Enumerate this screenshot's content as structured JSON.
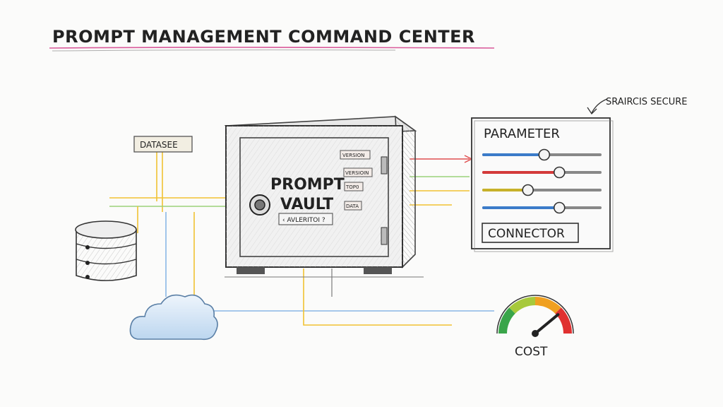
{
  "title": "PROMPT MANAGEMENT COMMAND CENTER",
  "dataset_label": "DATASEE",
  "vault": {
    "line1": "PROMPT",
    "line2": "VAULT",
    "tag": "‹ AVLERITOI ?",
    "stickers": [
      "VERSION",
      "VERSIOIN",
      "TOP0",
      "DATA"
    ]
  },
  "secure_note": "SRAIRCIS SECURE",
  "parameter_panel": {
    "title": "PARAMETER",
    "sliders": [
      {
        "color": "#3b7bc9",
        "level": 0.52
      },
      {
        "color": "#d33a3a",
        "level": 0.65
      },
      {
        "color": "#c7b12a",
        "level": 0.38
      },
      {
        "color": "#3b7bc9",
        "level": 0.65
      }
    ],
    "connector_label": "CONNECTOR"
  },
  "cost_gauge": {
    "label": "COST",
    "level": 0.78,
    "colors": [
      "#3aa54a",
      "#a7c93b",
      "#f0a020",
      "#e03030"
    ]
  }
}
